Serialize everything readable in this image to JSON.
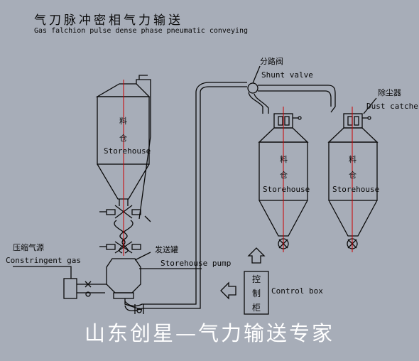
{
  "title_cn": "气刀脉冲密相气力输送",
  "title_en": "Gas falchion pulse dense phase pneumatic conveying",
  "silo_main": {
    "cn_top": "料",
    "cn_bottom": "仓",
    "en": "Storehouse"
  },
  "silo_a": {
    "cn_top": "料",
    "cn_bottom": "仓",
    "en": "Storehouse"
  },
  "silo_b": {
    "cn_top": "料",
    "cn_bottom": "仓",
    "en": "Storehouse"
  },
  "shunt_valve": {
    "cn": "分路阀",
    "en": "Shunt valve"
  },
  "dust_catcher": {
    "cn": "除尘器",
    "en": "Dust catcher"
  },
  "storehouse_pump": {
    "cn": "发送罐",
    "en": "Storehouse pump"
  },
  "gas": {
    "cn": "压缩气源",
    "en": "Constringent gas"
  },
  "control_box": {
    "cn_chars": [
      "控",
      "制",
      "柜"
    ],
    "en": "Control box"
  },
  "banner": "山东创星—气力输送专家",
  "colors": {
    "background": "#a7adb8",
    "centerline": "#cc0000",
    "line": "#0a0a0a",
    "banner_text": "#ffffff"
  }
}
